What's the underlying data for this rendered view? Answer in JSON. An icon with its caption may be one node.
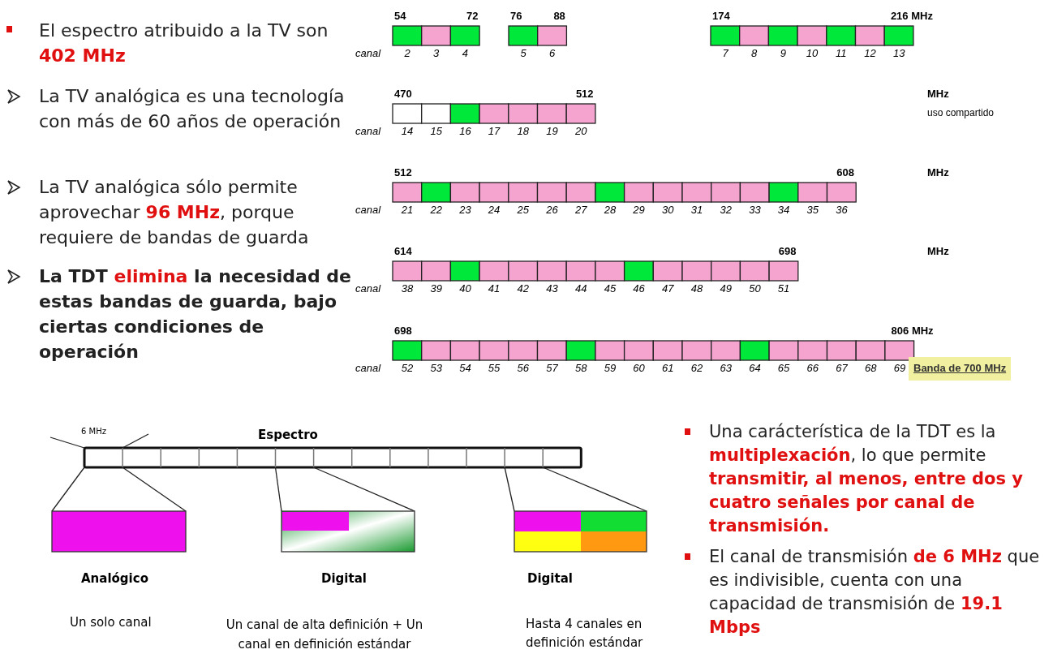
{
  "diagram": {
    "labels": [
      "El espectro atribuido a la TV son **402 MHz**",
      "La TV analógica es una tecnología con más de 60 años de operación",
      "La TV analógica sólo permite aprovechar **96 MHz**, porque requiere de bandas de guarda",
      "La TDT **elimina** la necesidad de estas bandas de guarda, bajo ciertas condiciones de operación",
      "54",
      "72",
      "76",
      "88",
      "174",
      "216 MHz",
      "canal",
      "2",
      "3",
      "4",
      "5",
      "6",
      "7",
      "8",
      "9",
      "10",
      "11",
      "12",
      "13",
      "470",
      "512",
      "MHz",
      "uso compartido",
      "canal",
      "14",
      "15",
      "16",
      "17",
      "18",
      "19",
      "20",
      "512",
      "608",
      "MHz",
      "canal",
      "21",
      "22",
      "23",
      "24",
      "25",
      "26",
      "27",
      "28",
      "29",
      "30",
      "31",
      "32",
      "33",
      "34",
      "35",
      "36",
      "614",
      "698",
      "MHz",
      "canal",
      "38",
      "39",
      "40",
      "41",
      "42",
      "43",
      "44",
      "45",
      "46",
      "47",
      "48",
      "49",
      "50",
      "51",
      "698",
      "806 MHz",
      "canal",
      "52",
      "53",
      "54",
      "55",
      "56",
      "57",
      "58",
      "59",
      "60",
      "61",
      "62",
      "63",
      "64",
      "65",
      "66",
      "67",
      "68",
      "69",
      "Banda de 700 MHz",
      "6 MHz",
      "Espectro",
      "Analógico",
      "Digital",
      "Digital",
      "Un solo canal",
      "Un  canal de alta definición + Un canal en definición estándar",
      "Hasta 4  canales en definición estándar",
      "Una carácterística de la TDT es la **multiplexación**, lo que permite **transmitir, al menos, entre dos y cuatro señales por canal de transmisión.**",
      "El canal de transmisión **de 6 MHz** que es indivisible, cuenta con una capacidad de transmisión de **19.1 Mbps**"
    ]
  }
}
